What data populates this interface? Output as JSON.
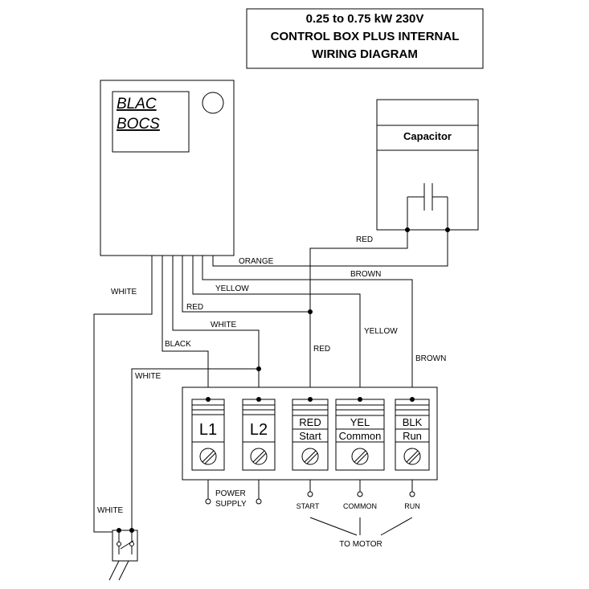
{
  "title": {
    "line1": "0.25 to 0.75 kW 230V",
    "line2": "CONTROL BOX PLUS INTERNAL",
    "line3": "WIRING DIAGRAM"
  },
  "control_box": {
    "brand_line1": "BLAC",
    "brand_line2": "BOCS"
  },
  "capacitor": {
    "label": "Capacitor"
  },
  "wires": {
    "white_left": "WHITE",
    "orange": "ORANGE",
    "brown_top": "BROWN",
    "yellow_top": "YELLOW",
    "red_mid": "RED",
    "white_mid": "WHITE",
    "black": "BLACK",
    "white_lower": "WHITE",
    "red_cap": "RED",
    "red_vertical": "RED",
    "yellow_vertical": "YELLOW",
    "brown_vertical": "BROWN",
    "white_switch": "WHITE"
  },
  "terminals": [
    {
      "id": "L1",
      "top": "L1",
      "bottom": ""
    },
    {
      "id": "L2",
      "top": "L2",
      "bottom": ""
    },
    {
      "id": "RED",
      "top": "RED",
      "bottom": "Start"
    },
    {
      "id": "YEL",
      "top": "YEL",
      "bottom": "Common"
    },
    {
      "id": "BLK",
      "top": "BLK",
      "bottom": "Run"
    }
  ],
  "outputs": {
    "power_supply_line1": "POWER",
    "power_supply_line2": "SUPPLY",
    "start": "START",
    "common": "COMMON",
    "run": "RUN",
    "to_motor": "TO MOTOR"
  }
}
